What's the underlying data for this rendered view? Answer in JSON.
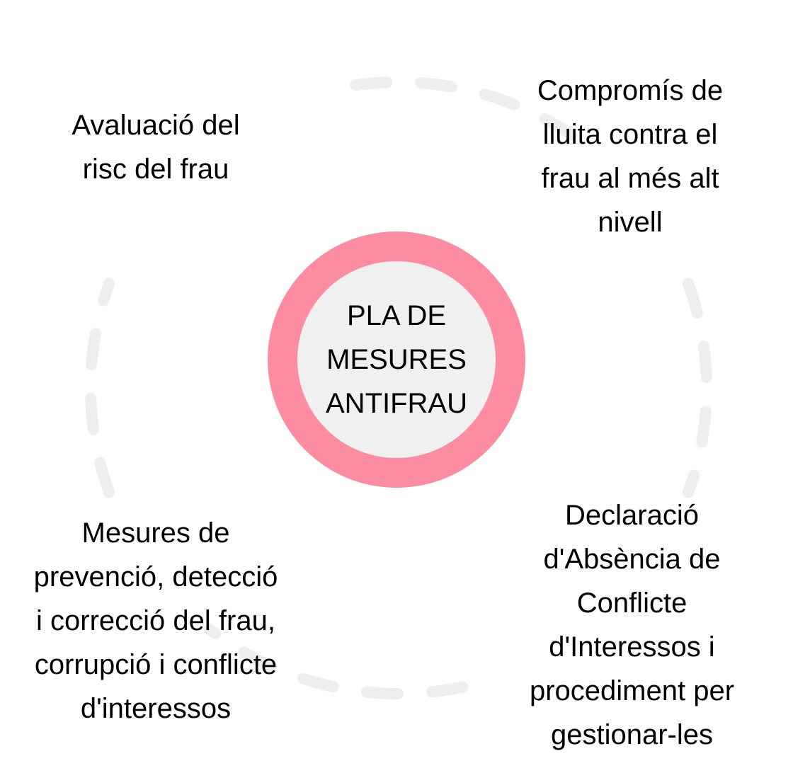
{
  "diagram": {
    "center": {
      "lines": [
        "PLA DE",
        "MESURES",
        "ANTIFRAU"
      ]
    },
    "nodes": {
      "top_left": {
        "lines": [
          "Avaluació del",
          "risc del frau"
        ]
      },
      "top_right": {
        "lines": [
          "Compromís de",
          "lluita contra el",
          "frau al més alt",
          "nivell"
        ]
      },
      "bottom_right": {
        "lines": [
          "Declaració",
          "d'Absència de",
          "Conflicte",
          "d'Interessos i",
          "procediment per",
          "gestionar-les"
        ]
      },
      "bottom_left": {
        "lines": [
          "Mesures de",
          "prevenció, detecció",
          "i correcció del frau,",
          "corrupció i conflicte",
          "d'interessos"
        ]
      }
    }
  },
  "colors": {
    "center_ring": "#fc8c9f",
    "center_fill": "#f0f0f0",
    "dashed_ring": "#eeeef0",
    "text": "#000000",
    "background": "#ffffff"
  }
}
